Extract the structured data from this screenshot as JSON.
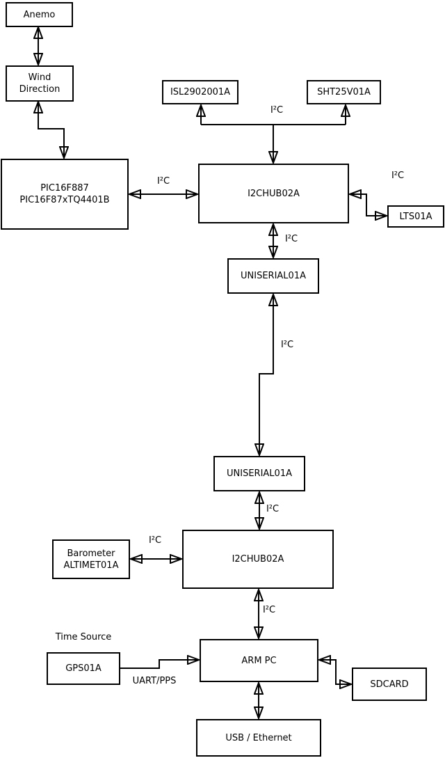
{
  "diagram": {
    "boxes": {
      "anemo": {
        "label": "Anemo"
      },
      "wind_direction": {
        "line1": "Wind",
        "line2": "Direction"
      },
      "pic": {
        "line1": "PIC16F887",
        "line2": "PIC16F87xTQ4401B"
      },
      "isl": {
        "label": "ISL2902001A"
      },
      "sht": {
        "label": "SHT25V01A"
      },
      "i2c_hub_top": {
        "label": "I2CHUB02A"
      },
      "lts": {
        "label": "LTS01A"
      },
      "uniserial_top": {
        "label": "UNISERIAL01A"
      },
      "uniserial_bottom": {
        "label": "UNISERIAL01A"
      },
      "i2c_hub_bottom": {
        "label": "I2CHUB02A"
      },
      "barometer": {
        "line1": "Barometer",
        "line2": "ALTIMET01A"
      },
      "gps": {
        "label": "GPS01A"
      },
      "arm_pc": {
        "label": "ARM PC"
      },
      "sdcard": {
        "label": "SDCARD"
      },
      "usb_ethernet": {
        "label": "USB / Ethernet"
      }
    },
    "edge_labels": {
      "i2c_sensor_bus": "I²C",
      "i2c_pic_hub": "I²C",
      "i2c_hub_lts": "I²C",
      "i2c_hub_uniserial": "I²C",
      "i2c_uniserial_link": "I²C",
      "i2c_uniserial_hub": "I²C",
      "i2c_barometer_hub": "I²C",
      "i2c_hub_armpc": "I²C",
      "uart_pps": "UART/PPS"
    },
    "annotations": {
      "time_source": "Time Source"
    },
    "colors": {
      "line": "#000000",
      "text": "#000000",
      "box_fill": "#ffffff",
      "background": "#ffffff"
    }
  }
}
